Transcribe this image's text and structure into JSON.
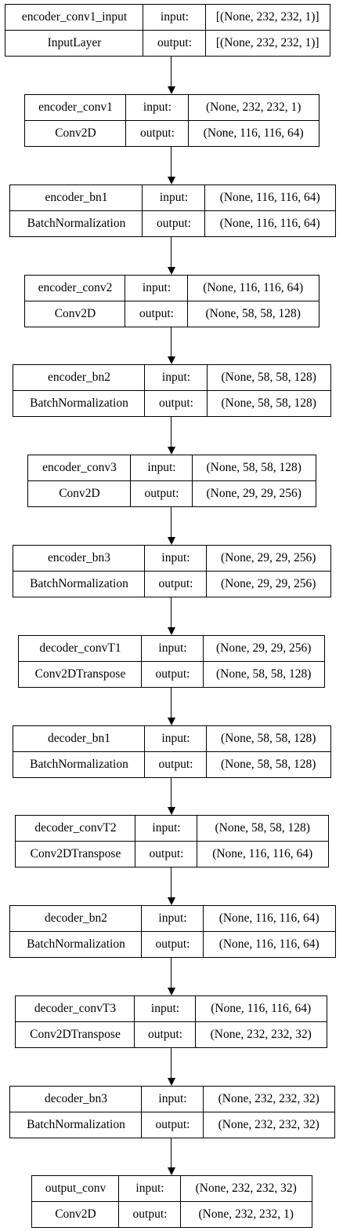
{
  "nodes": [
    {
      "name": "encoder_conv1_input",
      "layer": "InputLayer",
      "in_label": "input:",
      "out_label": "output:",
      "input": "[(None, 232, 232, 1)]",
      "output": "[(None, 232, 232, 1)]"
    },
    {
      "name": "encoder_conv1",
      "layer": "Conv2D",
      "in_label": "input:",
      "out_label": "output:",
      "input": "(None, 232, 232, 1)",
      "output": "(None, 116, 116, 64)"
    },
    {
      "name": "encoder_bn1",
      "layer": "BatchNormalization",
      "in_label": "input:",
      "out_label": "output:",
      "input": "(None, 116, 116, 64)",
      "output": "(None, 116, 116, 64)"
    },
    {
      "name": "encoder_conv2",
      "layer": "Conv2D",
      "in_label": "input:",
      "out_label": "output:",
      "input": "(None, 116, 116, 64)",
      "output": "(None, 58, 58, 128)"
    },
    {
      "name": "encoder_bn2",
      "layer": "BatchNormalization",
      "in_label": "input:",
      "out_label": "output:",
      "input": "(None, 58, 58, 128)",
      "output": "(None, 58, 58, 128)"
    },
    {
      "name": "encoder_conv3",
      "layer": "Conv2D",
      "in_label": "input:",
      "out_label": "output:",
      "input": "(None, 58, 58, 128)",
      "output": "(None, 29, 29, 256)"
    },
    {
      "name": "encoder_bn3",
      "layer": "BatchNormalization",
      "in_label": "input:",
      "out_label": "output:",
      "input": "(None, 29, 29, 256)",
      "output": "(None, 29, 29, 256)"
    },
    {
      "name": "decoder_convT1",
      "layer": "Conv2DTranspose",
      "in_label": "input:",
      "out_label": "output:",
      "input": "(None, 29, 29, 256)",
      "output": "(None, 58, 58, 128)"
    },
    {
      "name": "decoder_bn1",
      "layer": "BatchNormalization",
      "in_label": "input:",
      "out_label": "output:",
      "input": "(None, 58, 58, 128)",
      "output": "(None, 58, 58, 128)"
    },
    {
      "name": "decoder_convT2",
      "layer": "Conv2DTranspose",
      "in_label": "input:",
      "out_label": "output:",
      "input": "(None, 58, 58, 128)",
      "output": "(None, 116, 116, 64)"
    },
    {
      "name": "decoder_bn2",
      "layer": "BatchNormalization",
      "in_label": "input:",
      "out_label": "output:",
      "input": "(None, 116, 116, 64)",
      "output": "(None, 116, 116, 64)"
    },
    {
      "name": "decoder_convT3",
      "layer": "Conv2DTranspose",
      "in_label": "input:",
      "out_label": "output:",
      "input": "(None, 116, 116, 64)",
      "output": "(None, 232, 232, 32)"
    },
    {
      "name": "decoder_bn3",
      "layer": "BatchNormalization",
      "in_label": "input:",
      "out_label": "output:",
      "input": "(None, 232, 232, 32)",
      "output": "(None, 232, 232, 32)"
    },
    {
      "name": "output_conv",
      "layer": "Conv2D",
      "in_label": "input:",
      "out_label": "output:",
      "input": "(None, 232, 232, 32)",
      "output": "(None, 232, 232, 1)"
    }
  ]
}
